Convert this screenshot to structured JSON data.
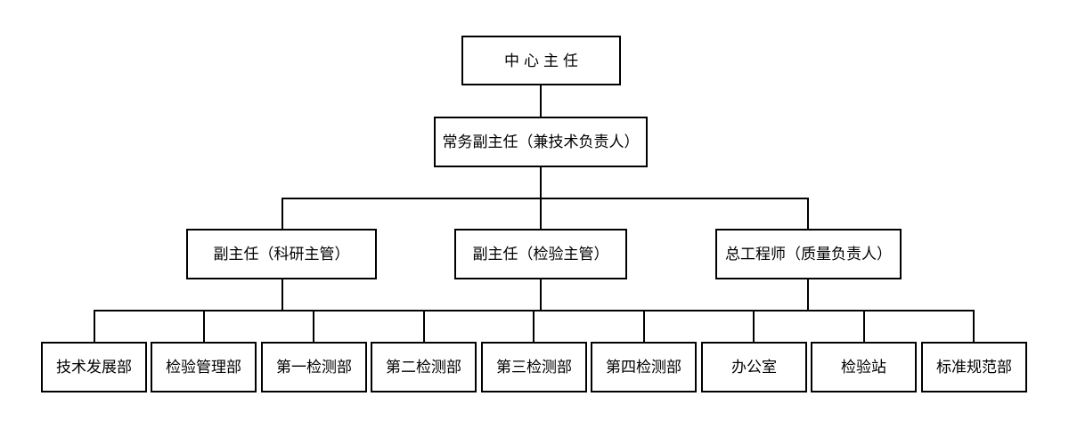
{
  "org_chart": {
    "type": "org-tree",
    "title": "",
    "colors": {
      "background": "#ffffff",
      "line": "#000000",
      "box_border": "#000000",
      "box_fill": "#ffffff",
      "text": "#000000"
    },
    "level1": {
      "label": "中心主任"
    },
    "level2": {
      "label": "常务副主任（兼技术负责人）"
    },
    "level3": [
      {
        "label": "副主任（科研主管）"
      },
      {
        "label": "副主任（检验主管）"
      },
      {
        "label": "总工程师（质量负责人）"
      }
    ],
    "level4": [
      {
        "label": "技术发展部"
      },
      {
        "label": "检验管理部"
      },
      {
        "label": "第一检测部"
      },
      {
        "label": "第二检测部"
      },
      {
        "label": "第三检测部"
      },
      {
        "label": "第四检测部"
      },
      {
        "label": "办公室"
      },
      {
        "label": "检验站"
      },
      {
        "label": "标准规范部"
      }
    ],
    "hierarchy_note": "level1 -> level2 -> level3 (3 managers) -> level4 (9 departments on shared bus)"
  }
}
